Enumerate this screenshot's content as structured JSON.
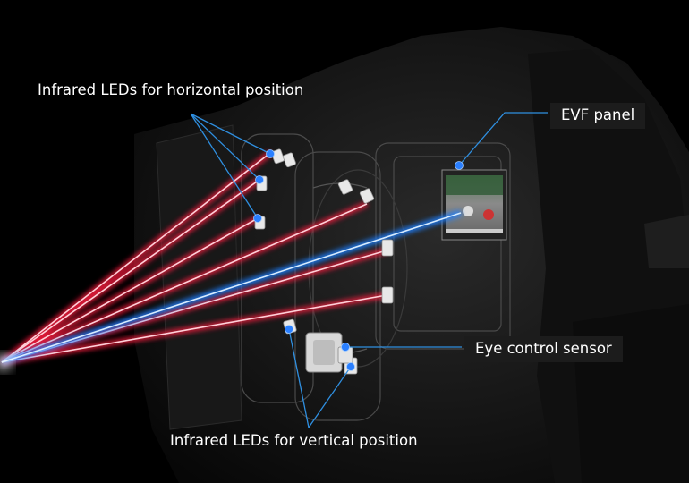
{
  "labels": {
    "horizontal_leds": "Infrared LEDs for horizontal position",
    "vertical_leds": "Infrared LEDs for vertical position",
    "evf_panel": "EVF panel",
    "eye_sensor": "Eye control sensor"
  },
  "colors": {
    "background": "#000000",
    "ir_beam": "#ff2a4a",
    "sensor_beam": "#3aa8ff",
    "callout_line": "#2f8fe0",
    "callout_dot": "#2a7fff",
    "label_box": "#1c1c1c",
    "text": "#ffffff"
  }
}
